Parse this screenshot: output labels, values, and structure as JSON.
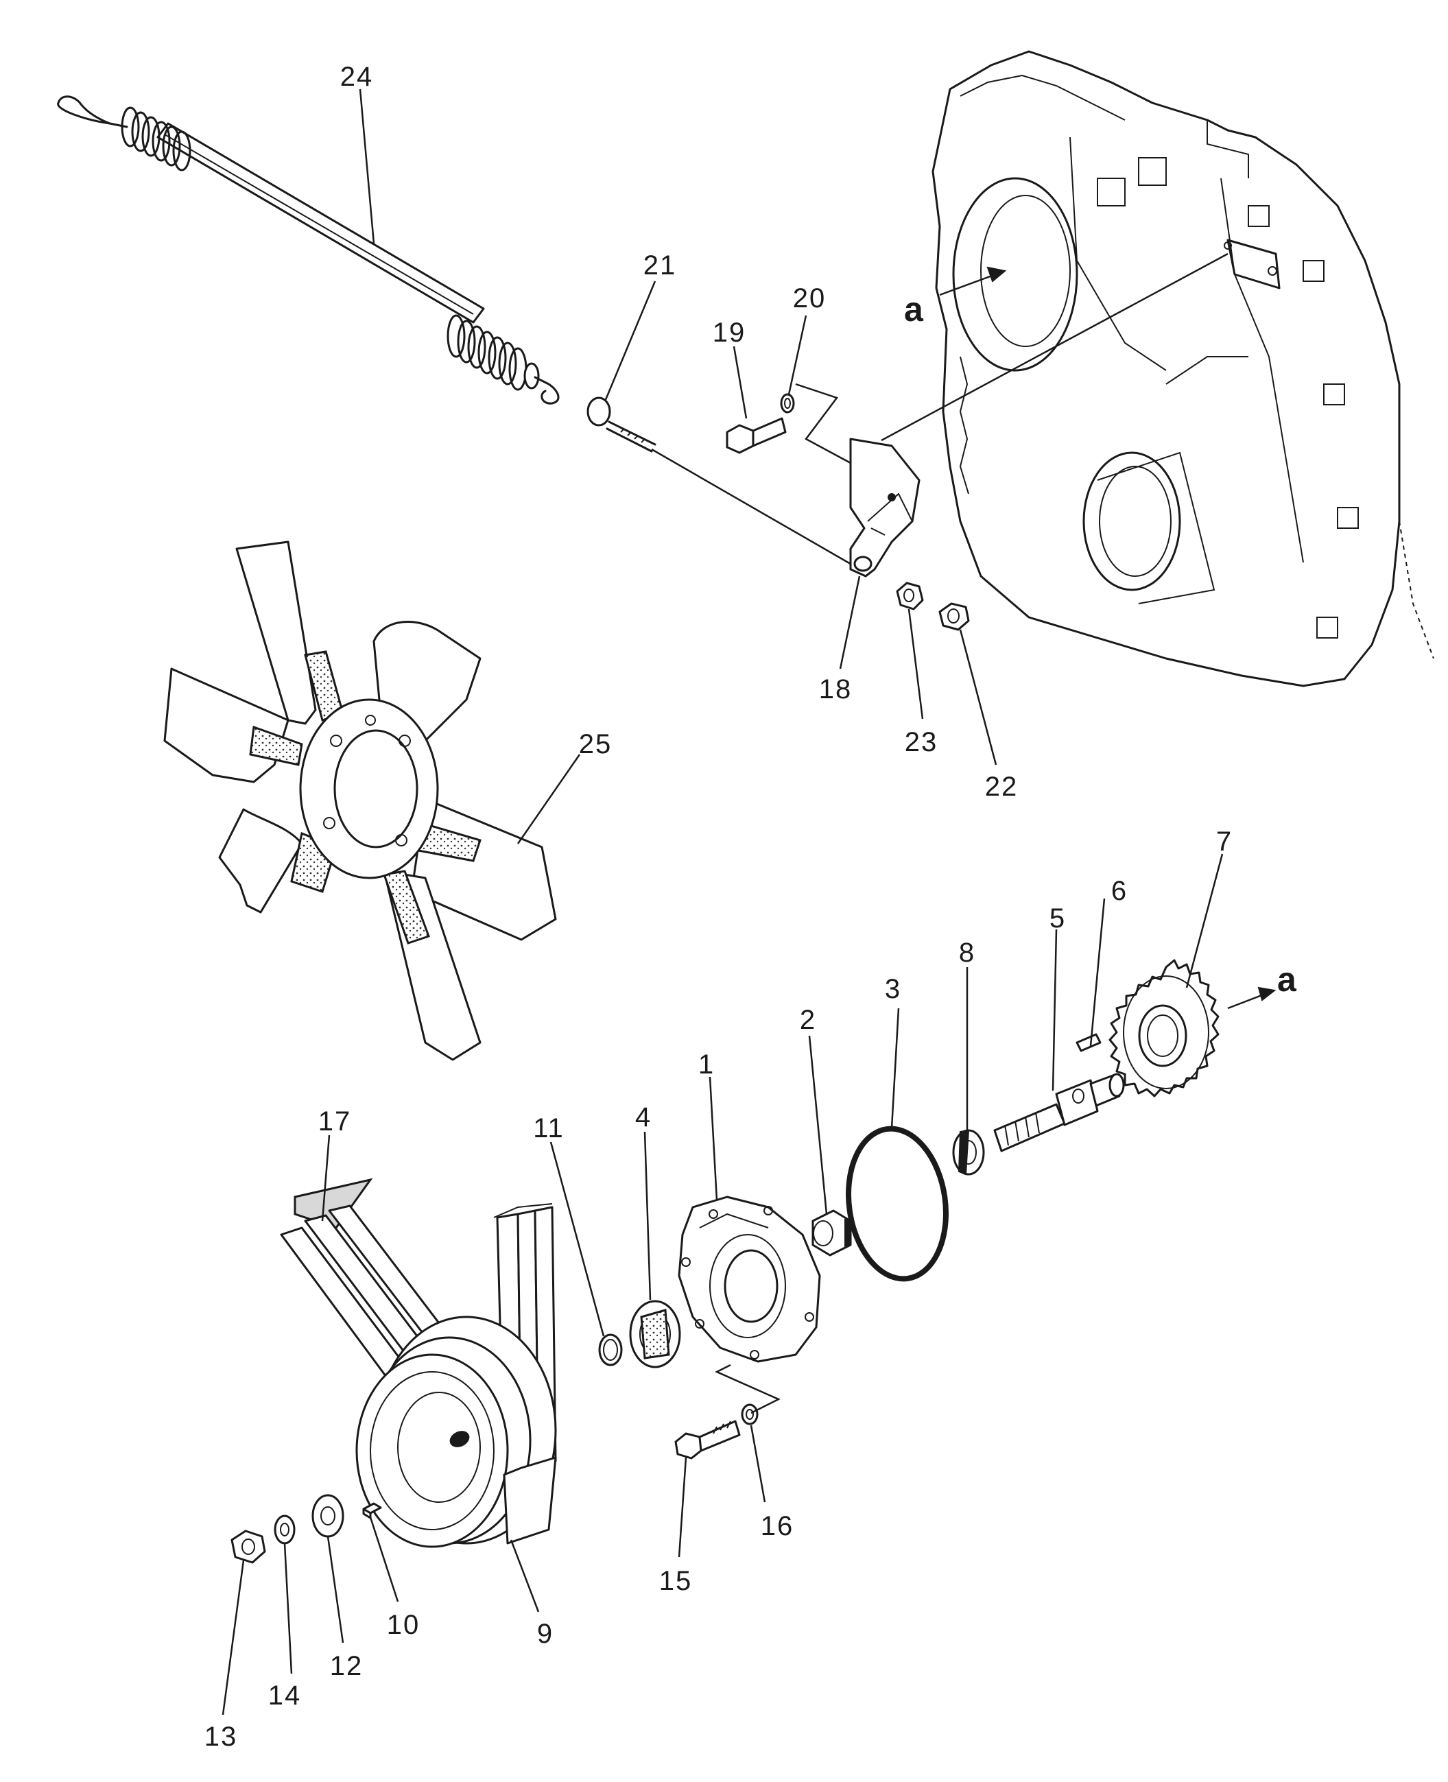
{
  "callouts": {
    "c1": "1",
    "c2": "2",
    "c3": "3",
    "c4": "4",
    "c5": "5",
    "c6": "6",
    "c7": "7",
    "c8": "8",
    "c9": "9",
    "c10": "10",
    "c11": "11",
    "c12": "12",
    "c13": "13",
    "c14": "14",
    "c15": "15",
    "c16": "16",
    "c17": "17",
    "c18": "18",
    "c19": "19",
    "c20": "20",
    "c21": "21",
    "c22": "22",
    "c23": "23",
    "c24": "24",
    "c25": "25"
  },
  "reference_marks": {
    "housing_arrow": "a",
    "gear_arrow": "a"
  }
}
